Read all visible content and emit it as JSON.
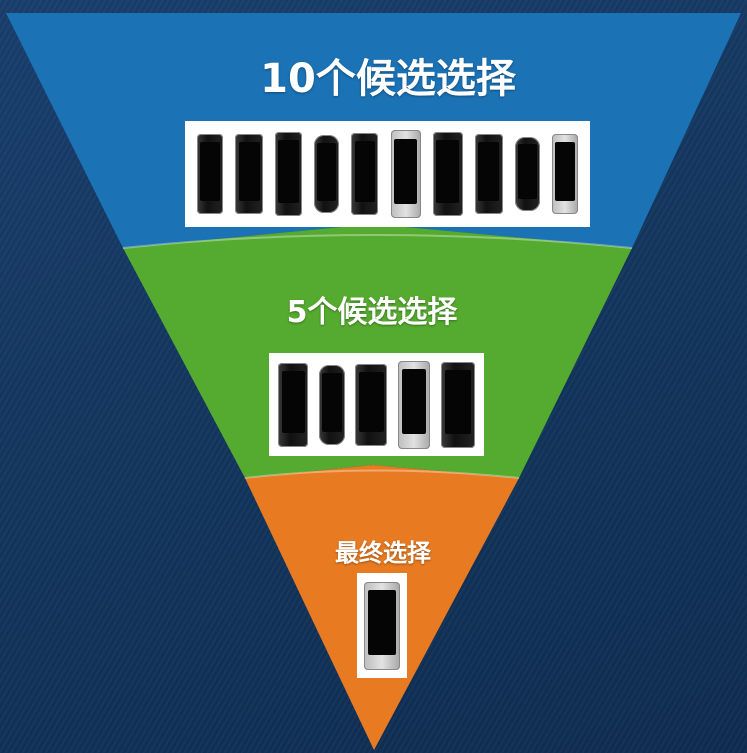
{
  "stages": [
    {
      "label": "10个候选选择",
      "color": "#1b72b5",
      "candidates": 10
    },
    {
      "label": "5个候选选择",
      "color": "#55ab2f",
      "candidates": 5
    },
    {
      "label": "最终选择",
      "color": "#e87b22",
      "candidates": 1
    }
  ],
  "images": {
    "top": {
      "icon": "phone-row-10-image"
    },
    "mid": {
      "icon": "phone-row-5-image"
    },
    "bot": {
      "icon": "single-phone-image"
    }
  },
  "background_color": "#14375f"
}
